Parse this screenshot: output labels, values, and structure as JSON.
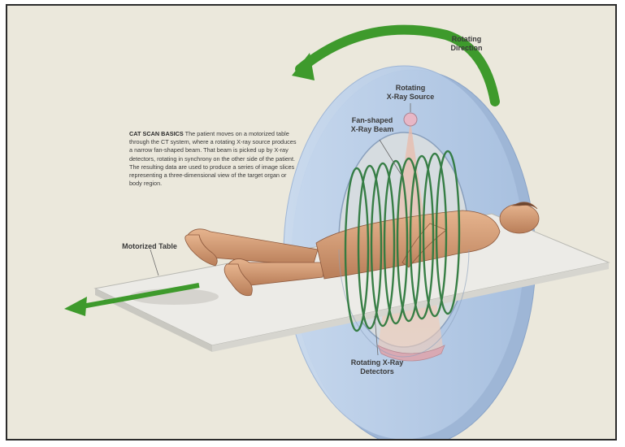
{
  "figure": {
    "heading": "CAT SCAN BASICS",
    "description": "The patient moves on a motorized table through the CT system, where a rotating X-ray source produces a narrow fan-shaped beam. That beam is picked up by X-ray detectors, rotating in synchrony on the other side of the patient. The resulting data are used to produce a series of image slices representing a three-dimensional view of the target organ or body region."
  },
  "labels": {
    "rotating_direction": "Rotating\nDirection",
    "rotating_source": "Rotating\nX-Ray Source",
    "fan_beam": "Fan-shaped\nX-Ray Beam",
    "motorized_table": "Motorized Table",
    "rotating_detectors": "Rotating X-Ray\nDetectors"
  },
  "colors": {
    "background": "#ebe8dc",
    "gantry": "#b9cde6",
    "arrow_green": "#3e9a2c",
    "ring_green": "#2f7a3e",
    "table": "#e9e8e4",
    "skin": "#d9a37e"
  }
}
